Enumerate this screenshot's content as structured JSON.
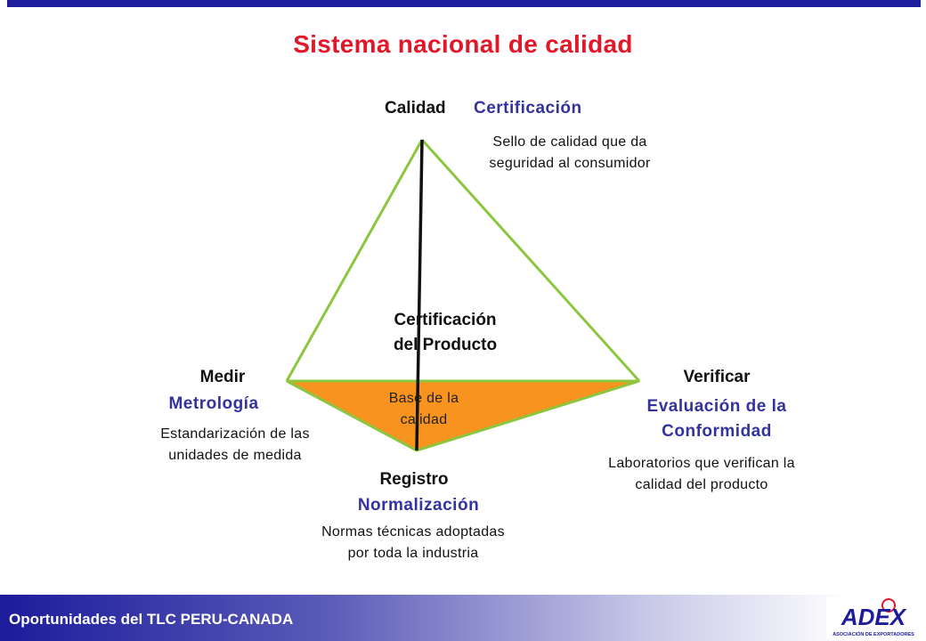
{
  "title": "Sistema nacional de calidad",
  "top": {
    "label": "Calidad",
    "name": "Certificación",
    "desc_lines": [
      "Sello de calidad que da",
      "seguridad al consumidor"
    ]
  },
  "center": {
    "lines": [
      "Certificación",
      "del Producto"
    ]
  },
  "base": {
    "lines": [
      "Base de la",
      "calidad"
    ]
  },
  "left": {
    "label": "Medir",
    "name": "Metrología",
    "desc_lines": [
      "Estandarización de las",
      "unidades de medida"
    ]
  },
  "right": {
    "label": "Verificar",
    "name_lines": [
      "Evaluación de la",
      "Conformidad"
    ],
    "desc_lines": [
      "Laboratorios que verifican la",
      "calidad del producto"
    ]
  },
  "bottom": {
    "label": "Registro",
    "name": "Normalización",
    "desc_lines": [
      "Normas técnicas adoptadas",
      "por toda la industria"
    ]
  },
  "footer": {
    "text": "Oportunidades del TLC PERU-CANADA"
  },
  "logo": {
    "text": "ADEX",
    "subtext": "ASOCIACIÓN DE EXPORTADORES"
  },
  "colors": {
    "title": "#e0182a",
    "accent_blue": "#3333a0",
    "triangle_edge": "#8cc63f",
    "base_fill": "#f7931e",
    "footer_blue": "#1c1c9c"
  }
}
